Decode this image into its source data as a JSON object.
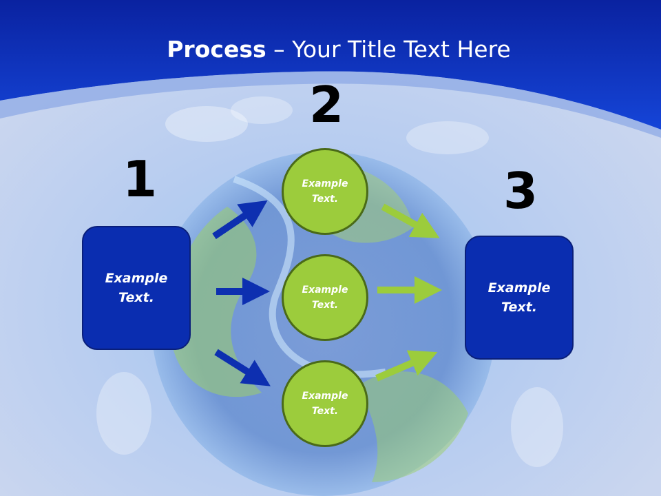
{
  "slide": {
    "title_bold": "Process",
    "title_rest": " – Your Title Text Here"
  },
  "steps": {
    "num1": "1",
    "num2": "2",
    "num3": "3"
  },
  "left_box": {
    "text": "Example\nText."
  },
  "right_box": {
    "text": "Example\nText."
  },
  "circles": [
    {
      "text": "Example\nText."
    },
    {
      "text": "Example\nText."
    },
    {
      "text": "Example\nText."
    }
  ],
  "colors": {
    "header": "#0a2aa8",
    "box_fill": "#0a2db0",
    "circle_fill": "#9ccc3c",
    "arrow_blue": "#0d2fb0",
    "arrow_green": "#9ccc3c"
  }
}
